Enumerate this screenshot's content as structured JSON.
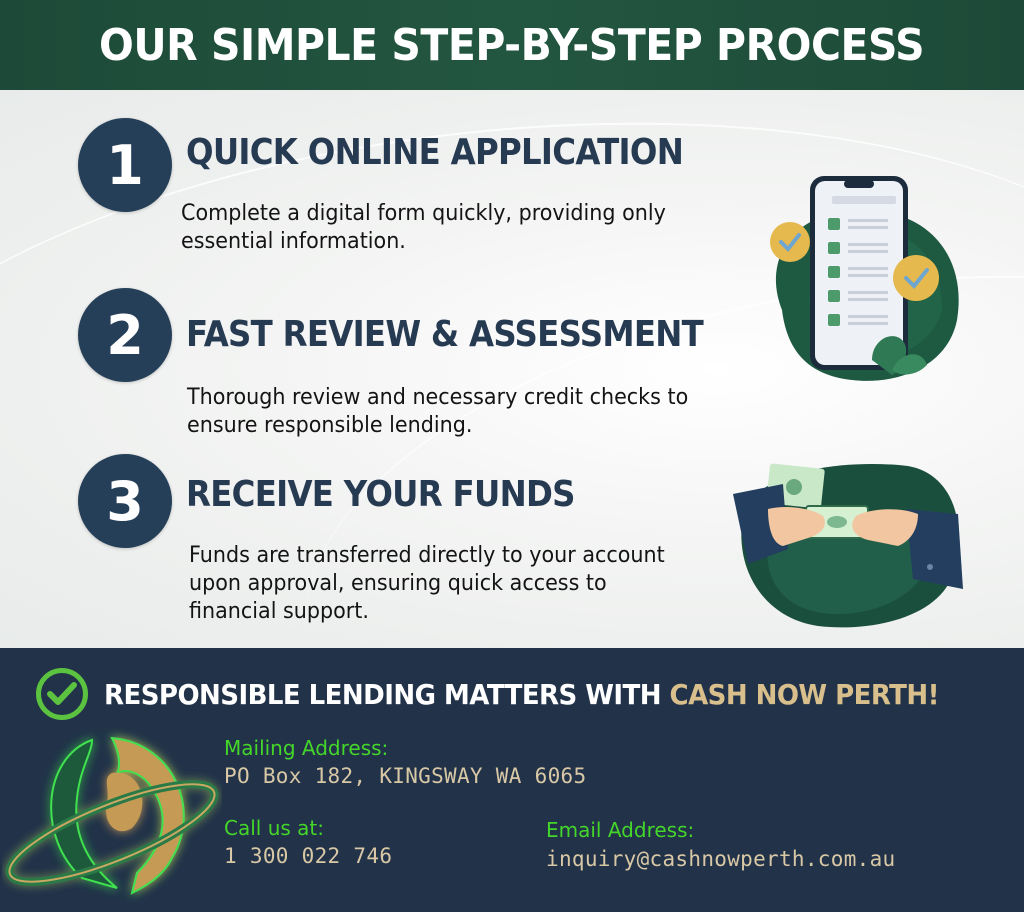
{
  "header": {
    "title": "OUR SIMPLE STEP-BY-STEP PROCESS",
    "background_color": "#1f4d3a"
  },
  "steps": [
    {
      "number": "1",
      "title": "QUICK ONLINE APPLICATION",
      "description_lines": [
        "Complete a digital form quickly, providing only",
        "essential information."
      ],
      "illustration": "phone-checklist-icon"
    },
    {
      "number": "2",
      "title": "FAST REVIEW & ASSESSMENT",
      "description_lines": [
        "Thorough review and necessary credit checks to",
        "ensure responsible lending."
      ]
    },
    {
      "number": "3",
      "title": "RECEIVE YOUR FUNDS",
      "description_lines": [
        "Funds are transferred directly to your account",
        "upon approval, ensuring quick access to",
        "financial support."
      ],
      "illustration": "cash-handover-icon"
    }
  ],
  "footer": {
    "tagline_prefix": "RESPONSIBLE LENDING MATTERS WITH ",
    "tagline_brand": "CASH NOW PERTH!",
    "mailing_label": "Mailing Address:",
    "mailing_value": "PO Box 182, KINGSWAY WA 6065",
    "phone_label": "Call us at:",
    "phone_value": "1 300 022 746",
    "email_label": "Email Address:",
    "email_value": "inquiry@cashnowperth.com.au",
    "background_color": "#213249",
    "label_color": "#45d62a",
    "value_color": "#d9c8a6",
    "brand_color": "#d8bf8c"
  }
}
